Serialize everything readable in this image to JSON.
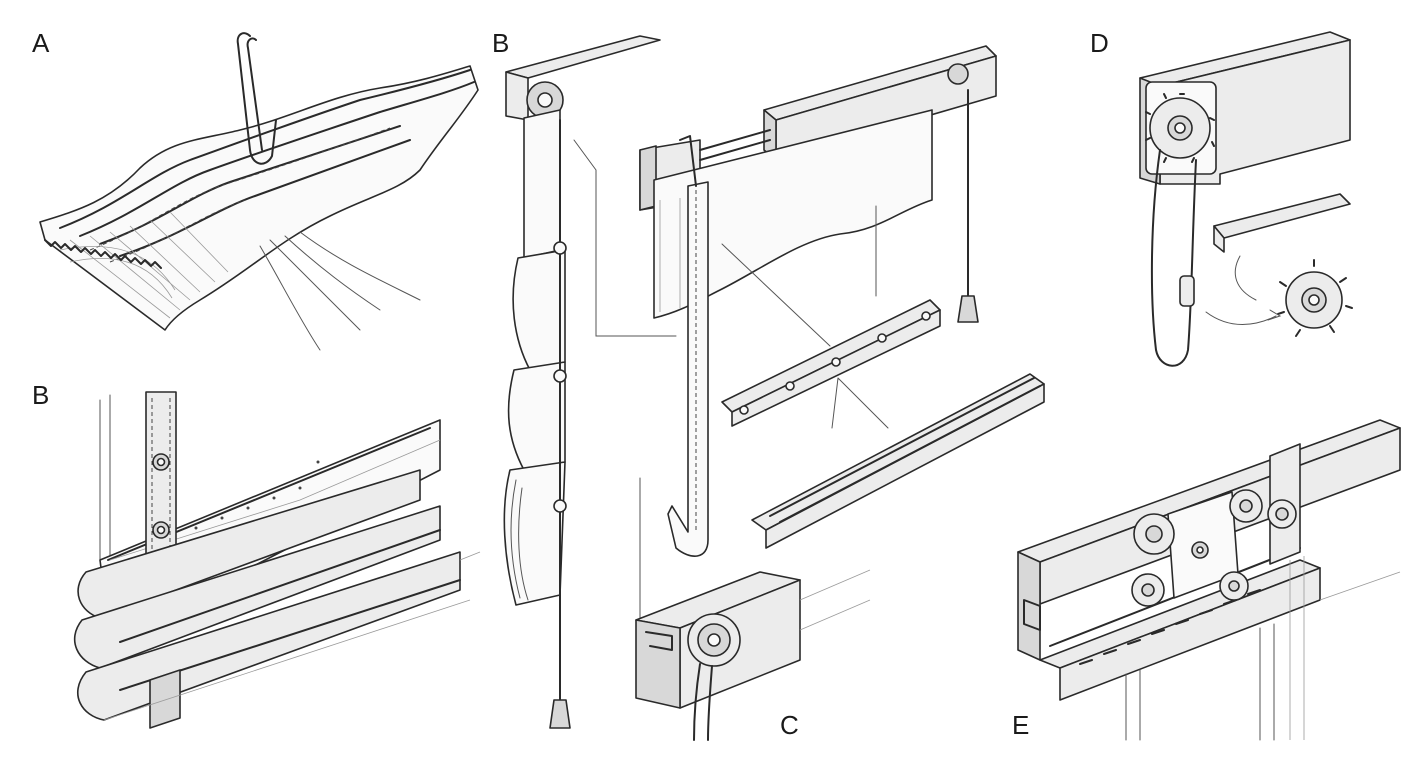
{
  "panels": {
    "a": {
      "label": "A"
    },
    "b_top": {
      "label": "B"
    },
    "b_bottom": {
      "label": "B"
    },
    "c": {
      "label": "C"
    },
    "d": {
      "label": "D"
    },
    "e": {
      "label": "E"
    }
  },
  "colors": {
    "ink": "#2a2a2a",
    "paper": "#ffffff",
    "shade": "#ececec"
  }
}
